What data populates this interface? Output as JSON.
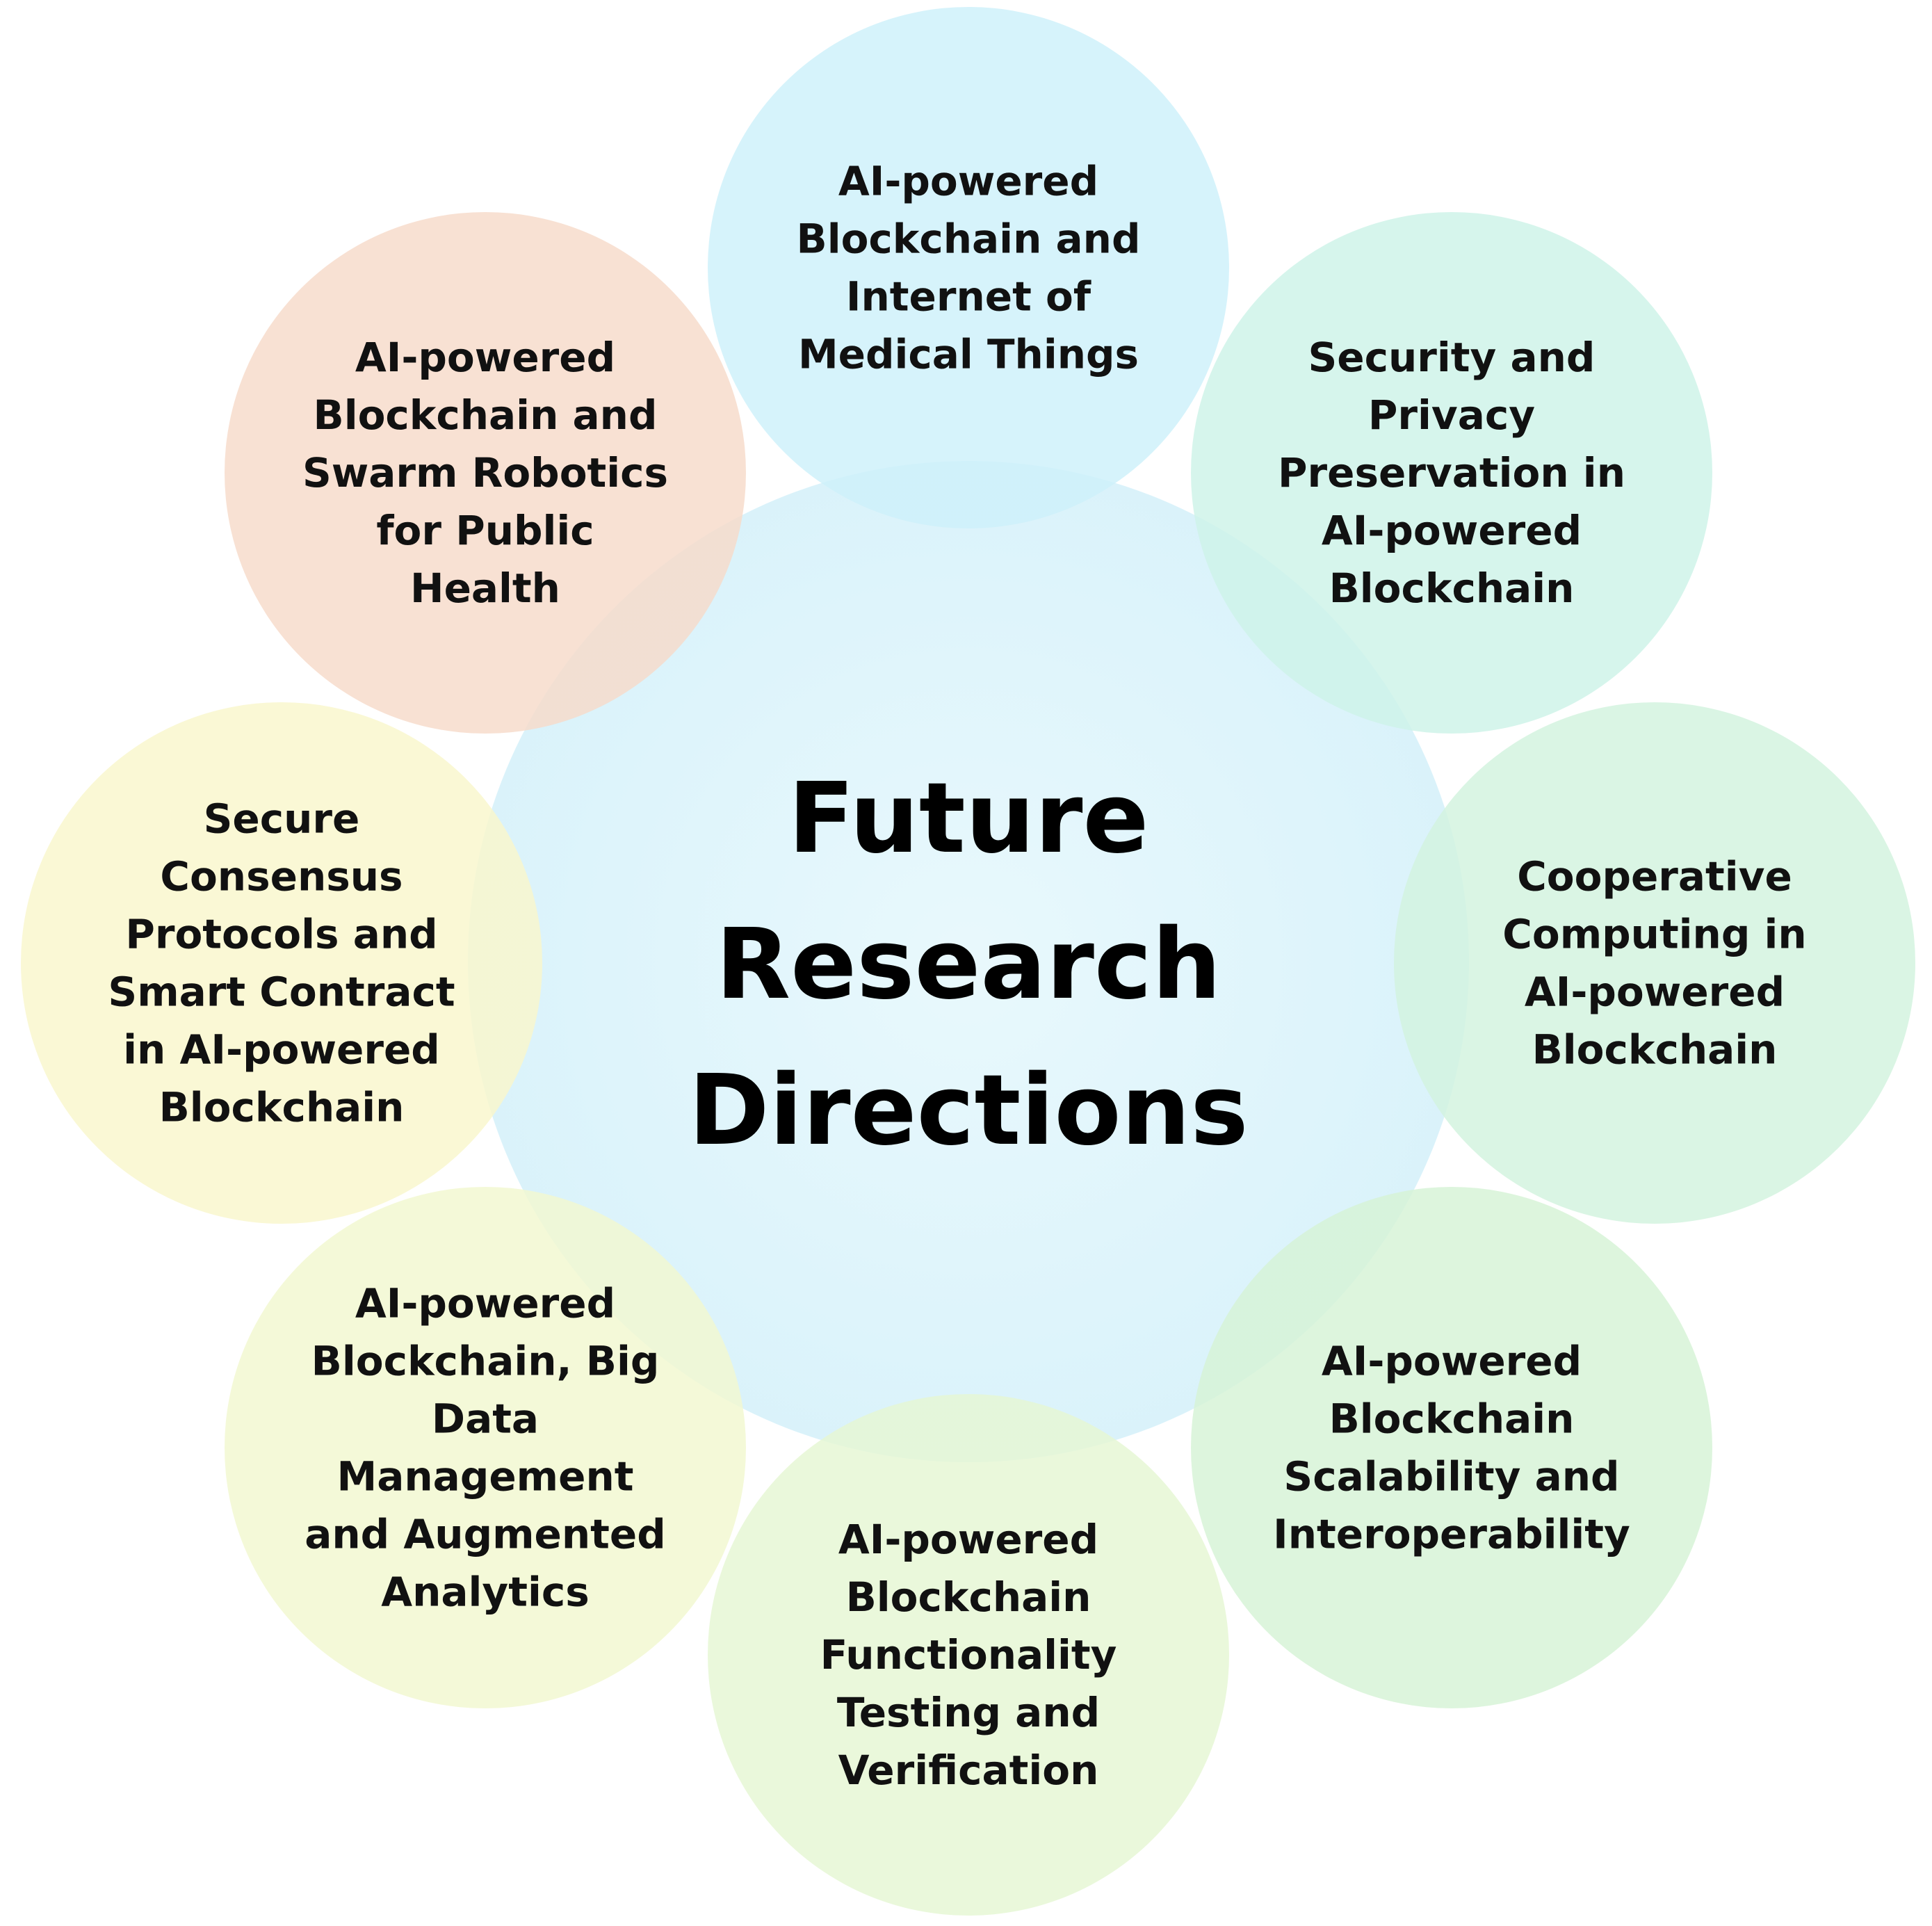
{
  "center": {
    "lines": [
      "Future",
      "Research",
      "Directions"
    ],
    "color": "#dff5fb"
  },
  "nodes": [
    {
      "id": "iomt",
      "lines": [
        "AI-powered",
        "Blockchain and",
        "Internet of",
        "Medical Things"
      ],
      "color": "#cdf0fa"
    },
    {
      "id": "security-privacy",
      "lines": [
        "Security and",
        "Privacy",
        "Preservation in",
        "AI-powered",
        "Blockchain"
      ],
      "color": "#cdf3e8"
    },
    {
      "id": "cooperative-computing",
      "lines": [
        "Cooperative",
        "Computing in",
        "AI-powered",
        "Blockchain"
      ],
      "color": "#d2f3de"
    },
    {
      "id": "scalability",
      "lines": [
        "AI-powered",
        "Blockchain",
        "Scalability and",
        "Interoperability"
      ],
      "color": "#d6f3d6"
    },
    {
      "id": "testing",
      "lines": [
        "AI-powered",
        "Blockchain",
        "Functionality",
        "Testing and",
        "Verification"
      ],
      "color": "#e5f6d3"
    },
    {
      "id": "big-data",
      "lines": [
        "AI-powered",
        "Blockchain, Big",
        "Data",
        "Management",
        "and Augmented",
        "Analytics"
      ],
      "color": "#f1f8cf"
    },
    {
      "id": "consensus",
      "lines": [
        "Secure",
        "Consensus",
        "Protocols and",
        "Smart Contract",
        "in AI-powered",
        "Blockchain"
      ],
      "color": "#f9f7cc"
    },
    {
      "id": "swarm",
      "lines": [
        "AI-powered",
        "Blockchain and",
        "Swarm Robotics",
        "for Public",
        "Health"
      ],
      "color": "#f6dac9"
    }
  ]
}
